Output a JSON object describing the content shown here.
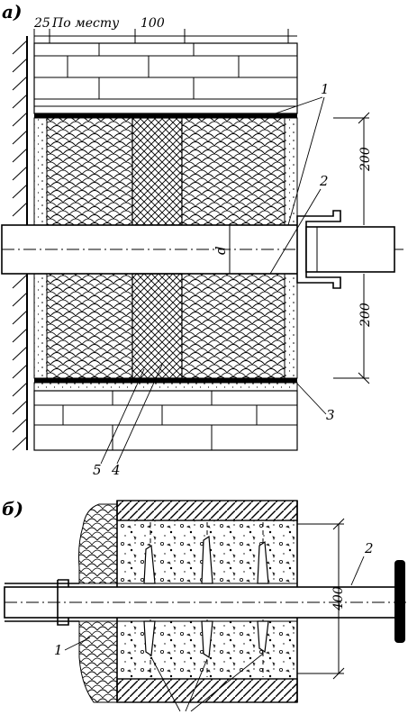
{
  "panel_a": {
    "letter": "а)",
    "dimensions": {
      "left_gap": "25",
      "in_situ": "По месту",
      "right_gap": "100",
      "upper_height": "200",
      "lower_height": "200"
    },
    "pipe_symbol": "d",
    "callouts": {
      "c1": "1",
      "c2": "2",
      "c3": "3",
      "c4": "4",
      "c5": "5"
    }
  },
  "panel_b": {
    "letter": "б)",
    "dimensions": {
      "height": "400"
    },
    "callouts": {
      "c1": "1",
      "c2": "2"
    }
  }
}
